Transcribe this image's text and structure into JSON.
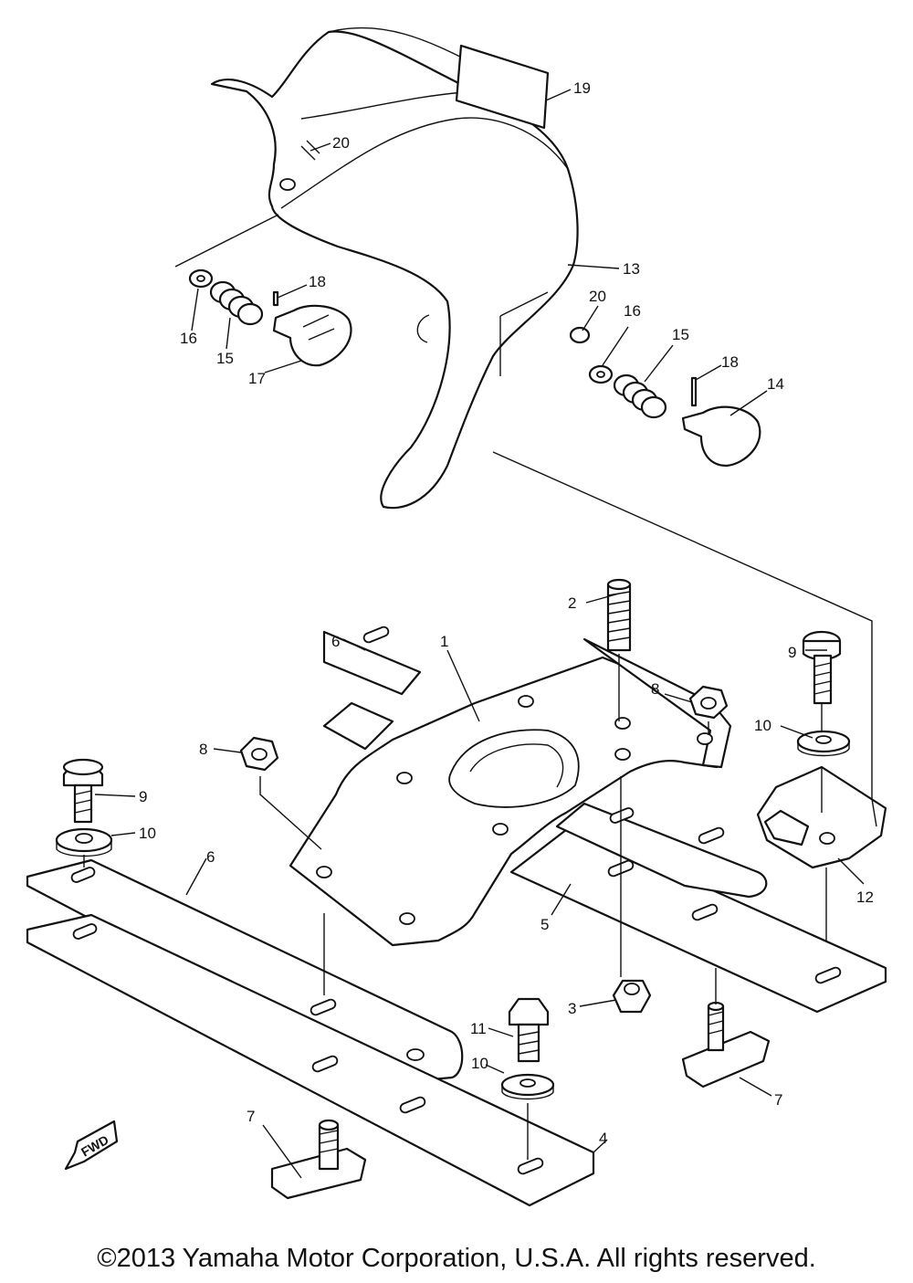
{
  "diagram": {
    "callouts": [
      {
        "id": "19",
        "label": "19"
      },
      {
        "id": "20a",
        "label": "20"
      },
      {
        "id": "13",
        "label": "13"
      },
      {
        "id": "18a",
        "label": "18"
      },
      {
        "id": "16a",
        "label": "16"
      },
      {
        "id": "15a",
        "label": "15"
      },
      {
        "id": "17",
        "label": "17"
      },
      {
        "id": "20b",
        "label": "20"
      },
      {
        "id": "16b",
        "label": "16"
      },
      {
        "id": "15b",
        "label": "15"
      },
      {
        "id": "18b",
        "label": "18"
      },
      {
        "id": "14",
        "label": "14"
      },
      {
        "id": "2",
        "label": "2"
      },
      {
        "id": "6a",
        "label": "6"
      },
      {
        "id": "1",
        "label": "1"
      },
      {
        "id": "8a",
        "label": "8"
      },
      {
        "id": "9a",
        "label": "9"
      },
      {
        "id": "10a",
        "label": "10"
      },
      {
        "id": "8b",
        "label": "8"
      },
      {
        "id": "9b",
        "label": "9"
      },
      {
        "id": "10b",
        "label": "10"
      },
      {
        "id": "6b",
        "label": "6"
      },
      {
        "id": "12",
        "label": "12"
      },
      {
        "id": "5",
        "label": "5"
      },
      {
        "id": "3",
        "label": "3"
      },
      {
        "id": "11",
        "label": "11"
      },
      {
        "id": "10c",
        "label": "10"
      },
      {
        "id": "7a",
        "label": "7"
      },
      {
        "id": "4",
        "label": "4"
      },
      {
        "id": "7b",
        "label": "7"
      }
    ],
    "fwd_label": "FWD"
  },
  "footer": {
    "copyright": "©2013 Yamaha Motor Corporation, U.S.A. All rights reserved."
  }
}
